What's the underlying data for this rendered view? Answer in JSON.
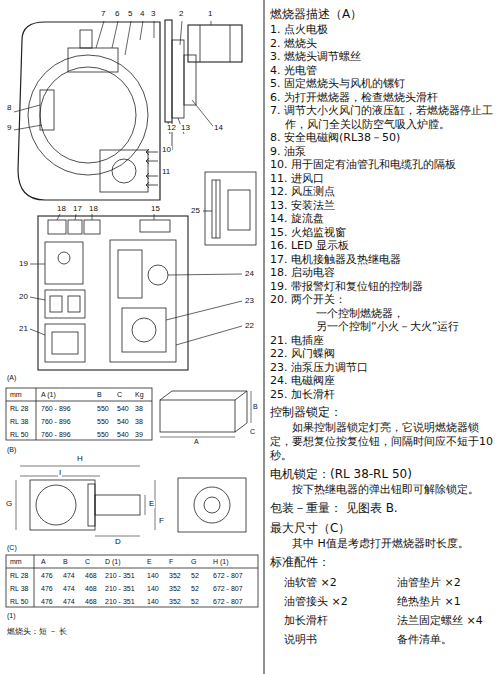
{
  "diagram": {
    "labels": [
      "7",
      "6",
      "5",
      "4",
      "3",
      "2",
      "1",
      "8",
      "9",
      "10",
      "11",
      "12",
      "13",
      "14",
      "25",
      "18",
      "17",
      "18",
      "15",
      "19",
      "20",
      "21",
      "24",
      "23",
      "22",
      "(A)",
      "mm",
      "A (1)",
      "B",
      "C",
      "Kg",
      "RL 28",
      "760 - 896",
      "550",
      "540",
      "38",
      "RL 38",
      "760 - 896",
      "550",
      "540",
      "38",
      "RL 50",
      "760 - 896",
      "550",
      "540",
      "39",
      "A",
      "B",
      "C",
      "(B)",
      "H",
      "I",
      "E",
      "F",
      "D",
      "G",
      "(C)",
      "mm",
      "A",
      "B",
      "C",
      "D (1)",
      "E",
      "F",
      "G",
      "H (1)",
      "RL 28",
      "476",
      "474",
      "468",
      "210 - 351",
      "140",
      "352",
      "52",
      "672 - 807",
      "RL 38",
      "476",
      "474",
      "468",
      "210 - 351",
      "140",
      "352",
      "52",
      "672 - 807",
      "RL 50",
      "476",
      "474",
      "468",
      "210 - 351",
      "140",
      "352",
      "52",
      "672 - 807",
      "(1)",
      "燃烧头：短 － 长",
      "燃烧器描述（A）",
      "1. 点火电极",
      "2. 燃烧头",
      "3. 燃烧头调节螺丝",
      "4. 光电管",
      "5. 固定燃烧头与风机的镙钉",
      "6. 为打开燃烧器，检查燃烧头滑杆",
      "7. 调节大小火风门的液压缸，若燃烧器停止工作，风门全关以防空气吸入炉膛。",
      "8. 安全电磁阀(RL38－50)",
      "9. 油泵",
      "10. 用于固定有油管孔和电缆孔的隔板",
      "11. 进风口",
      "12. 风压测点",
      "13. 安装法兰",
      "14. 旋流盘",
      "15. 火焰监视窗",
      "16. LED 显示板",
      "17. 电机接触器及热继电器",
      "18. 启动电容",
      "19. 带报警灯和复位钮的控制器",
      "20. 两个开关：",
      "一个控制燃烧器，",
      "另一个控制“小火－大火”运行",
      "21. 电插座",
      "22. 风门蝶阀",
      "23. 油泵压力调节口",
      "24. 电磁阀座",
      "25. 加长滑杆",
      "控制器锁定：",
      "如果控制器锁定灯亮，它说明燃烧器锁定，要想复位按复位钮，间隔时间应不短于10 秒。",
      "电机锁定：(RL 38-RL 50)",
      "按下热继电器的弹出钮即可解除锁定。",
      "包装－重量： 见图表 B.",
      "最大尺寸（C）",
      "其中 H值是考虑打开燃烧器时长度。",
      "标准配件：",
      "油软管 ×2",
      "油管垫片 ×2",
      "油管接头 ×2",
      "绝热垫片 ×1",
      "加长滑杆",
      "法兰固定螺丝 ×4",
      "说明书",
      "备件清单。"
    ]
  }
}
